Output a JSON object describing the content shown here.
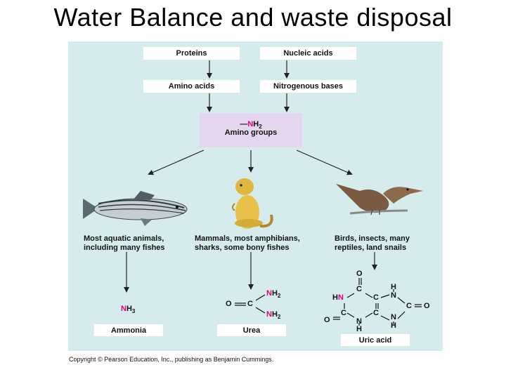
{
  "title": "Water Balance and waste disposal",
  "sources": {
    "proteins": "Proteins",
    "nucleic_acids": "Nucleic acids"
  },
  "intermediates": {
    "amino_acids": "Amino acids",
    "nitrogenous_bases": "Nitrogenous bases"
  },
  "amino_group": {
    "formula_prefix": "—",
    "formula_n": "N",
    "formula_h": "H",
    "formula_sub": "2",
    "label": "Amino groups"
  },
  "groups": {
    "aquatic": "Most aquatic animals, including many fishes",
    "aquatic_l1": "Most aquatic animals,",
    "aquatic_l2": "including many fishes",
    "mammals_l1": "Mammals, most amphibians,",
    "mammals_l2": "sharks, some bony fishes",
    "birds_l1": "Birds, insects, many",
    "birds_l2": "reptiles, land snails"
  },
  "products": {
    "ammonia": {
      "label": "Ammonia",
      "n": "N",
      "h": "H",
      "sub": "3"
    },
    "urea": {
      "label": "Urea",
      "o": "O",
      "c": "C",
      "n": "N",
      "h": "H",
      "sub": "2"
    },
    "uric_acid": {
      "label": "Uric acid",
      "o": "O",
      "c": "C",
      "n": "N",
      "h": "H"
    }
  },
  "copyright": "Copyright © Pearson Education, Inc., publishing as Benjamin Cummings."
}
